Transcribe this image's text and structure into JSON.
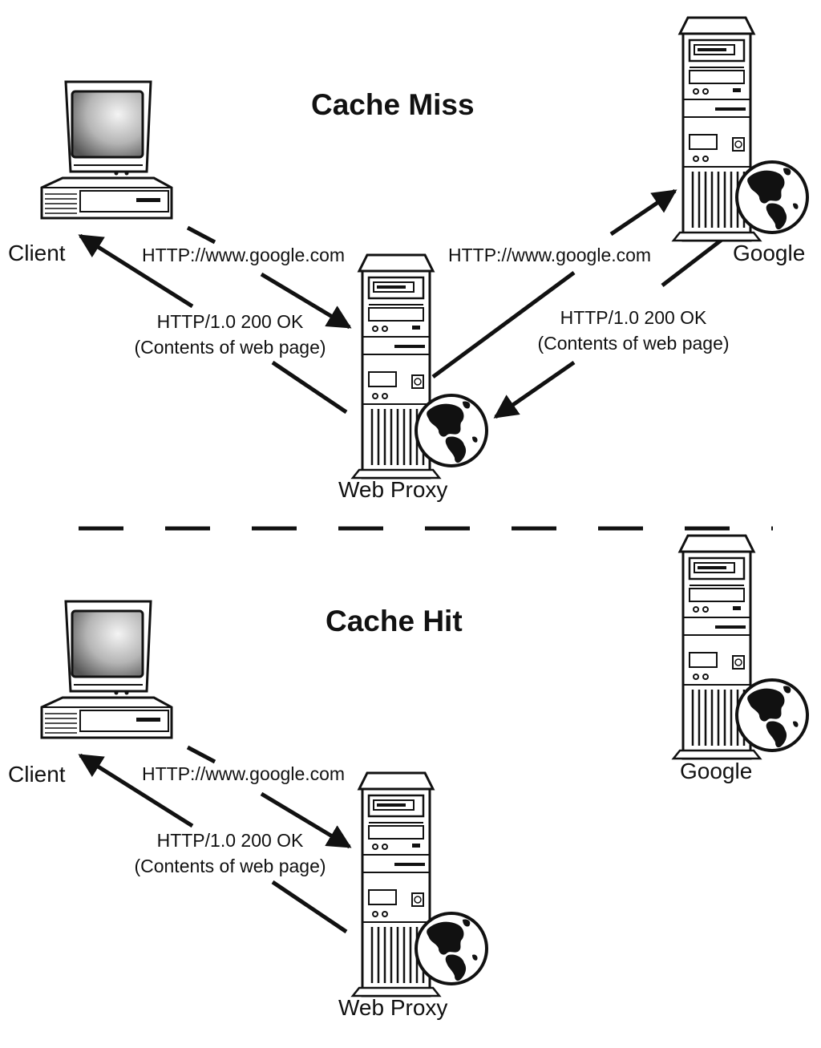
{
  "diagram": {
    "colors": {
      "ink": "#111111",
      "screen_light": "#f4f4f4",
      "screen_dark": "#555555",
      "case": "#d8d8d8",
      "bg": "#ffffff"
    },
    "icons": [
      "desktop-computer-icon",
      "server-tower-icon",
      "globe-icon"
    ],
    "cache_miss": {
      "title": "Cache Miss",
      "client_label": "Client",
      "server_label": "Google",
      "proxy_label": "Web Proxy",
      "request_to_proxy": "HTTP://www.google.com",
      "request_to_server": "HTTP://www.google.com",
      "response_from_server_status": "HTTP/1.0 200 OK",
      "response_from_server_body": "(Contents of web page)",
      "response_to_client_status": "HTTP/1.0 200 OK",
      "response_to_client_body": "(Contents of web page)"
    },
    "cache_hit": {
      "title": "Cache Hit",
      "client_label": "Client",
      "server_label": "Google",
      "proxy_label": "Web Proxy",
      "request_to_proxy": "HTTP://www.google.com",
      "response_to_client_status": "HTTP/1.0 200 OK",
      "response_to_client_body": "(Contents of web page)"
    }
  }
}
